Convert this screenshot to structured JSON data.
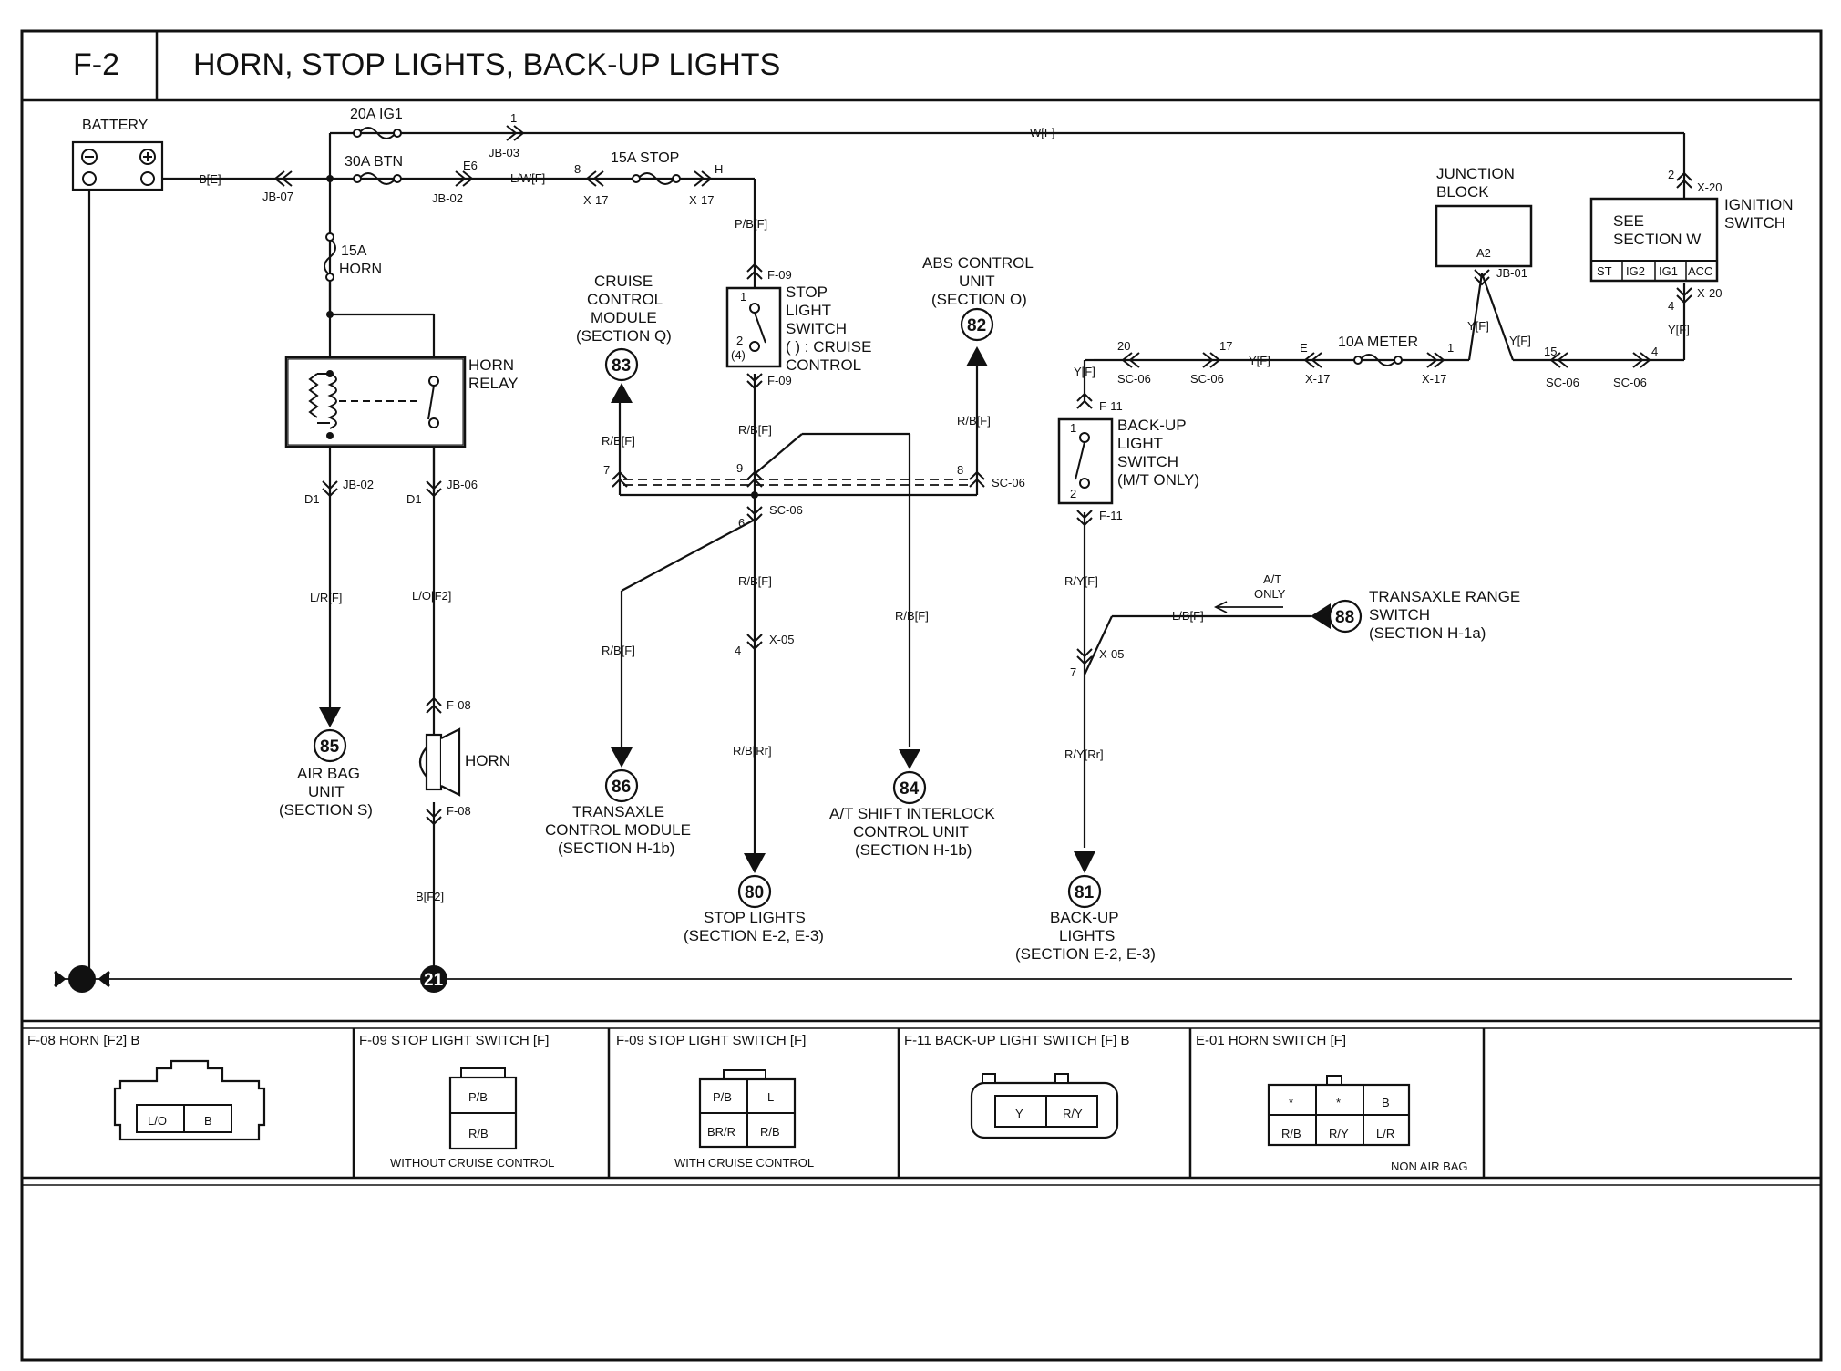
{
  "header": {
    "code": "F-2",
    "title": "HORN, STOP LIGHTS, BACK-UP LIGHTS"
  },
  "power": {
    "battery": "BATTERY",
    "fuse_ig1": "20A IG1",
    "fuse_btn": "30A BTN",
    "fuse_horn": "15A",
    "fuse_horn_sub": "HORN",
    "fuse_stop": "15A STOP",
    "fuse_meter": "10A METER",
    "jb03": "JB-03",
    "jb03_pin": "1",
    "jb07": "JB-07",
    "jb02": "JB-02",
    "jb02_pin": "E6",
    "wire_battery": "B[E]",
    "wire_ig1": "W[F]",
    "wire_lw": "L/W[F]",
    "x17a": "X-17",
    "x17a_pin": "8",
    "x17b": "X-17",
    "x17b_pin": "H",
    "junction_block": "JUNCTION",
    "junction_block2": "BLOCK",
    "jb_pin": "A2",
    "jb01": "JB-01",
    "ignition_see": "SEE",
    "ignition_section": "SECTION W",
    "ignition_switch": "IGNITION",
    "ignition_switch2": "SWITCH",
    "ign_pins": [
      "ST",
      "IG2",
      "IG1",
      "ACC"
    ],
    "x20a": "X-20",
    "x20a_pin": "2",
    "x20b": "X-20",
    "x20b_pin": "4",
    "wire_yf": "Y[F]"
  },
  "horn": {
    "relay": "HORN",
    "relay2": "RELAY",
    "jb02": "JB-02",
    "jb06": "JB-06",
    "d1a": "D1",
    "d1b": "D1",
    "wire_lr": "L/R[F]",
    "wire_lo": "L/O[F2]",
    "f08a": "F-08",
    "f08b": "F-08",
    "horn_label": "HORN",
    "wire_b": "B[F2]",
    "airbag_num": "85",
    "airbag1": "AIR BAG",
    "airbag2": "UNIT",
    "airbag3": "(SECTION S)"
  },
  "stop": {
    "wire_pb": "P/B[F]",
    "f09a": "F-09",
    "f09b": "F-09",
    "switch1": "STOP",
    "switch2": "LIGHT",
    "switch3": "SWITCH",
    "switch4": "( ) : CRUISE",
    "switch5": "CONTROL",
    "pin1": "1",
    "pin2": "2",
    "pin4": "(4)",
    "wire_rb": "R/B[F]",
    "sc06a": "SC-06",
    "sc06b": "SC-06",
    "pin7": "7",
    "pin9": "9",
    "pin8": "8",
    "pin6": "6",
    "pin4b": "4",
    "x05": "X-05",
    "cruise_num": "83",
    "cruise1": "CRUISE",
    "cruise2": "CONTROL",
    "cruise3": "MODULE",
    "cruise4": "(SECTION Q)",
    "abs_num": "82",
    "abs1": "ABS CONTROL",
    "abs2": "UNIT",
    "abs3": "(SECTION O)",
    "tcm_num": "86",
    "tcm1": "TRANSAXLE",
    "tcm2": "CONTROL MODULE",
    "tcm3": "(SECTION H-1b)",
    "stop_num": "80",
    "stop1": "STOP LIGHTS",
    "stop2": "(SECTION E-2, E-3)",
    "at_num": "84",
    "at1": "A/T SHIFT INTERLOCK",
    "at2": "CONTROL UNIT",
    "at3": "(SECTION H-1b)",
    "wire_rbr": "R/B[Rr]"
  },
  "backup": {
    "sc06a": "SC-06",
    "sc06a_pin": "20",
    "sc06b": "SC-06",
    "sc06b_pin": "17",
    "x17a": "X-17",
    "x17a_pin": "E",
    "x17b": "X-17",
    "x17b_pin": "1",
    "sc06c": "SC-06",
    "sc06c_pin": "15",
    "sc06d": "SC-06",
    "sc06d_pin": "4",
    "f11a": "F-11",
    "f11b": "F-11",
    "switch1": "BACK-UP",
    "switch2": "LIGHT",
    "switch3": "SWITCH",
    "switch4": "(M/T ONLY)",
    "pin1": "1",
    "pin2": "2",
    "wire_ry": "R/Y[F]",
    "wire_lb": "L/B[F]",
    "at_only1": "A/T",
    "at_only2": "ONLY",
    "range_num": "88",
    "range1": "TRANSAXLE RANGE",
    "range2": "SWITCH",
    "range3": "(SECTION H-1a)",
    "x05": "X-05",
    "x05_pin": "7",
    "wire_ryr": "R/Y[Rr]",
    "backup_num": "81",
    "backup1": "BACK-UP",
    "backup2": "LIGHTS",
    "backup3": "(SECTION E-2, E-3)"
  },
  "ground": {
    "g1": "",
    "g2": "21"
  },
  "connectors": [
    {
      "title": "F-08 HORN [F2] B",
      "note": "",
      "pins": [
        "L/O",
        "B"
      ]
    },
    {
      "title": "F-09 STOP LIGHT SWITCH [F]",
      "note": "WITHOUT CRUISE CONTROL",
      "pins": [
        "P/B",
        "R/B"
      ]
    },
    {
      "title": "F-09 STOP LIGHT SWITCH [F]",
      "note": "WITH CRUISE CONTROL",
      "pins": [
        "P/B",
        "L",
        "BR/R",
        "R/B"
      ]
    },
    {
      "title": "F-11 BACK-UP LIGHT SWITCH [F] B",
      "note": "",
      "pins": [
        "Y",
        "R/Y"
      ]
    },
    {
      "title": "E-01 HORN SWITCH [F]",
      "note": "NON AIR BAG",
      "pins": [
        "*",
        "*",
        "B",
        "R/B",
        "R/Y",
        "L/R"
      ]
    }
  ]
}
